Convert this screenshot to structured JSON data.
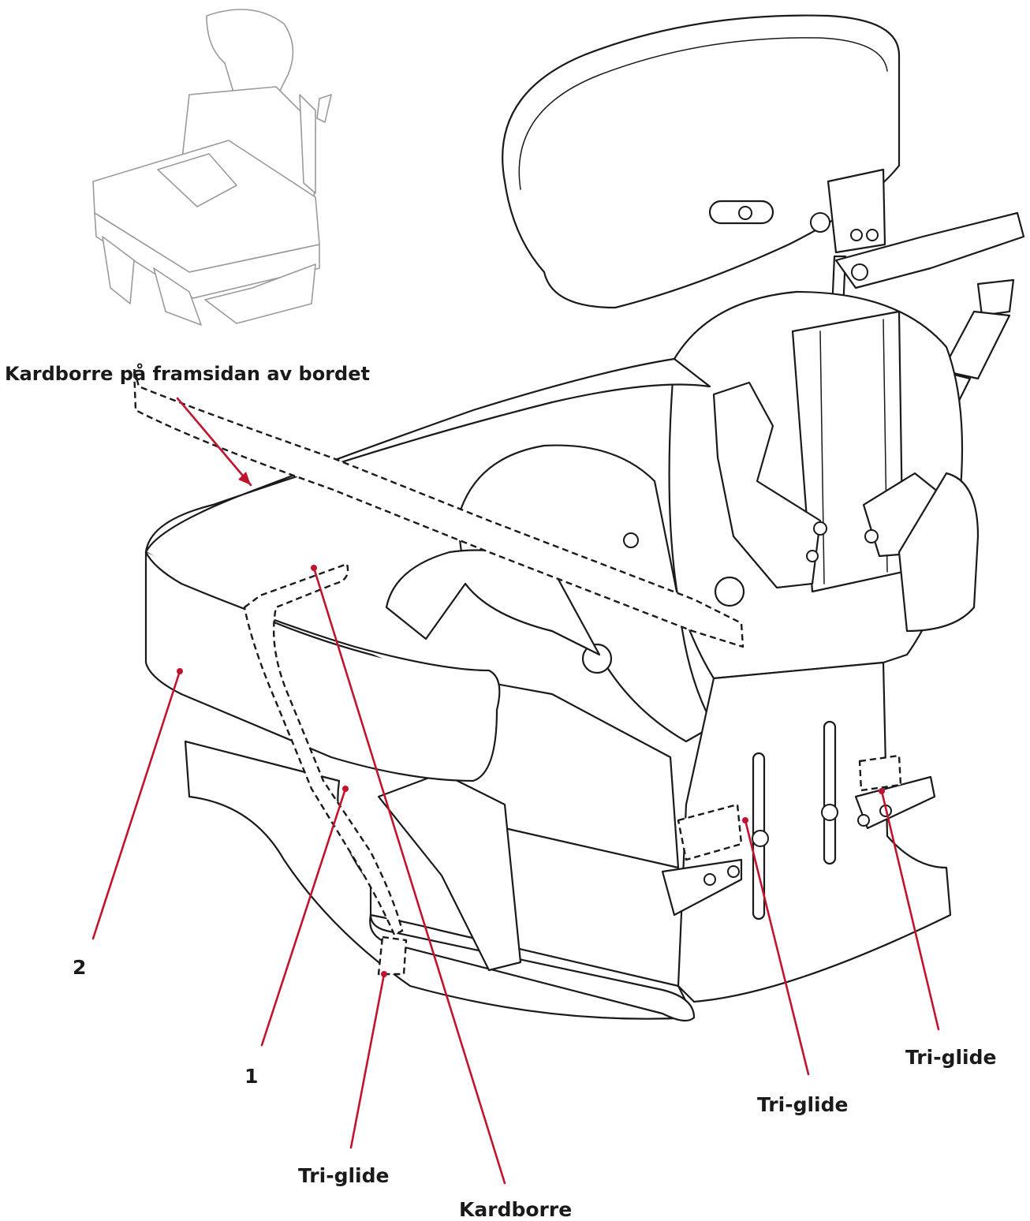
{
  "labels": {
    "table_velcro": "Kardborre på framsidan av bordet",
    "strap_2": "2",
    "strap_1": "1",
    "triglide_left": "Tri-glide",
    "kardborre": "Kardborre",
    "triglide_mid": "Tri-glide",
    "triglide_right": "Tri-glide"
  },
  "colors": {
    "leader": "#c0142e",
    "ink": "#1a1a1a",
    "thumbnail": "#9a9a9a"
  }
}
